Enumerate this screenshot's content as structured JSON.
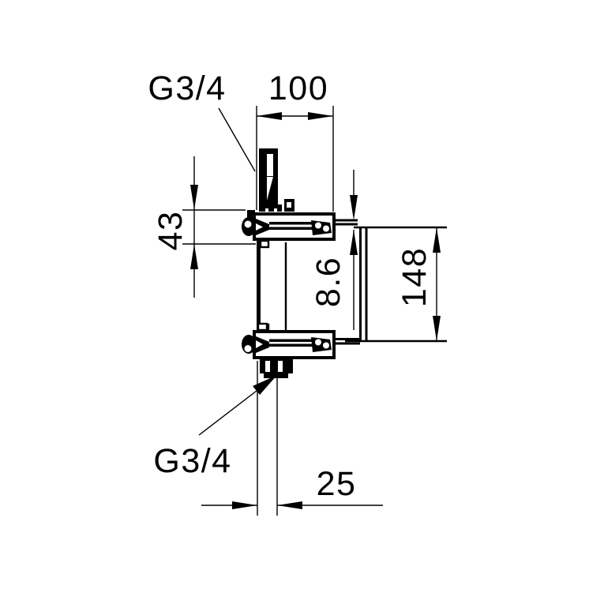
{
  "page": {
    "background": "#ffffff",
    "line_color": "#000000"
  },
  "drawing": {
    "kind": "technical-dimension-drawing",
    "view": "side-section-of-concealed-twin-valve-body",
    "labels": {
      "thread_top": "G3/4",
      "thread_bottom": "G3/4",
      "width_top": "100",
      "valve_height_left": "43",
      "plate_thickness": "8.6",
      "cover_height_right": "148",
      "pipe_offset_bottom": "25"
    }
  }
}
